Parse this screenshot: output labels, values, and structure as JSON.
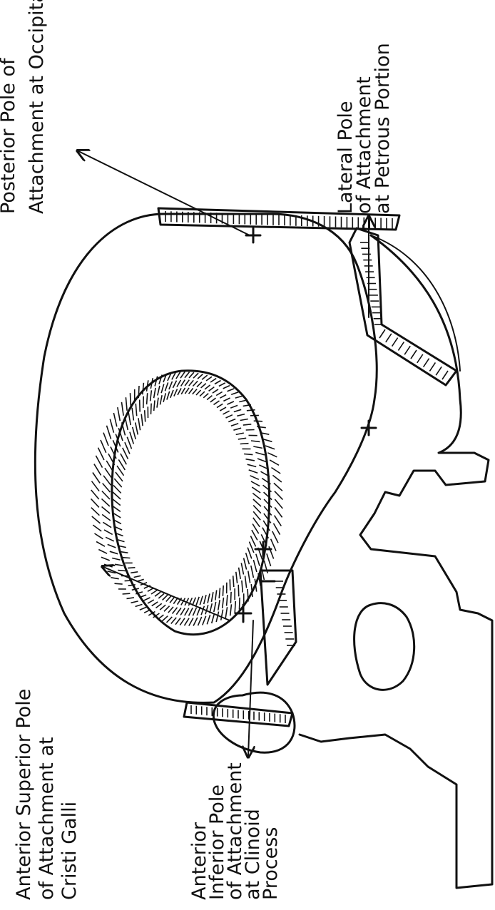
{
  "labels": {
    "posterior": {
      "line1": "Posterior Pole of",
      "line2": "Attachment at Occipital"
    },
    "lateral": {
      "line1": "Lateral Pole",
      "line2": "of Attachment",
      "line3": "at Petrous Portion"
    },
    "anterior_superior": {
      "line1": "Anterior Superior Pole",
      "line2": "of Attachment at",
      "line3": "Cristi Galli"
    },
    "anterior_inferior": {
      "line1": "Anterior",
      "line2": "Inferior Pole",
      "line3": "of Attachment",
      "line4": "at Clinoid",
      "line5": "Process"
    }
  },
  "colors": {
    "ink": "#111111",
    "background": "#ffffff"
  }
}
